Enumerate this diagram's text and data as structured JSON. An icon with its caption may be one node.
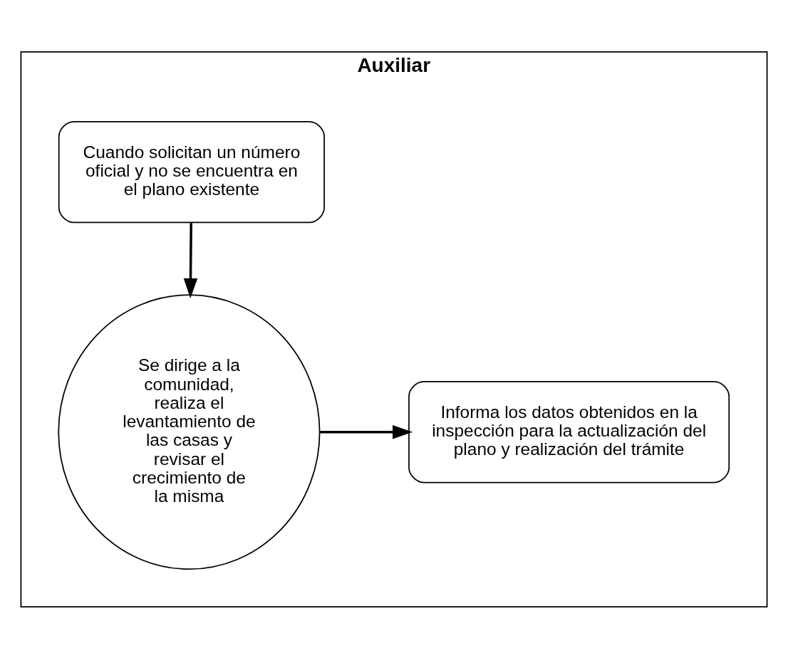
{
  "diagram": {
    "nodes": [
      {
        "text": [
          "Auxiliar"
        ]
      },
      {
        "text": [
          "Cuando solicitan un número oficial y no se encuentra en el plano existente"
        ],
        "in": 0
      },
      {
        "text": [
          "Se dirige a la comunidad, realiza el levantamiento de las casas y revisar el crecimiento de la misma"
        ],
        "in": 0
      },
      {
        "text": [
          "Informa los datos obtenidos en la inspección para la actualización del plano y realización del trámite"
        ],
        "in": 0
      }
    ],
    "edges": [
      {
        "from": 1,
        "to": 2,
        "arrow": "to"
      },
      {
        "from": 2,
        "to": 3,
        "arrow": "to"
      }
    ]
  }
}
